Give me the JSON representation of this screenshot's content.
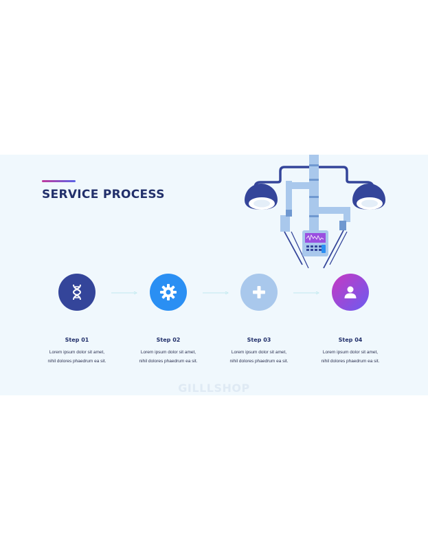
{
  "title": "SERVICE PROCESS",
  "watermark": "GILLLSHOP",
  "colors": {
    "title": "#22306b",
    "background": "#f0f8fd",
    "step1": "#34459a",
    "step2": "#2a8ff3",
    "step3": "#a9c8ec",
    "step4_gradient": [
      "#c739c2",
      "#6a5cf0"
    ]
  },
  "steps": [
    {
      "title": "Step 01",
      "line1": "Lorem ipsum dolor sit amet,",
      "line2": "nihil dolores phaedrum ea sit.",
      "icon": "dna-icon"
    },
    {
      "title": "Step 02",
      "line1": "Lorem ipsum dolor sit amet,",
      "line2": "nihil dolores phaedrum ea sit.",
      "icon": "gear-icon"
    },
    {
      "title": "Step 03",
      "line1": "Lorem ipsum dolor sit amet,",
      "line2": "nihil dolores phaedrum ea sit.",
      "icon": "plus-icon"
    },
    {
      "title": "Step 04",
      "line1": "Lorem ipsum dolor sit amet,",
      "line2": "nihil dolores phaedrum ea sit.",
      "icon": "user-icon"
    }
  ]
}
